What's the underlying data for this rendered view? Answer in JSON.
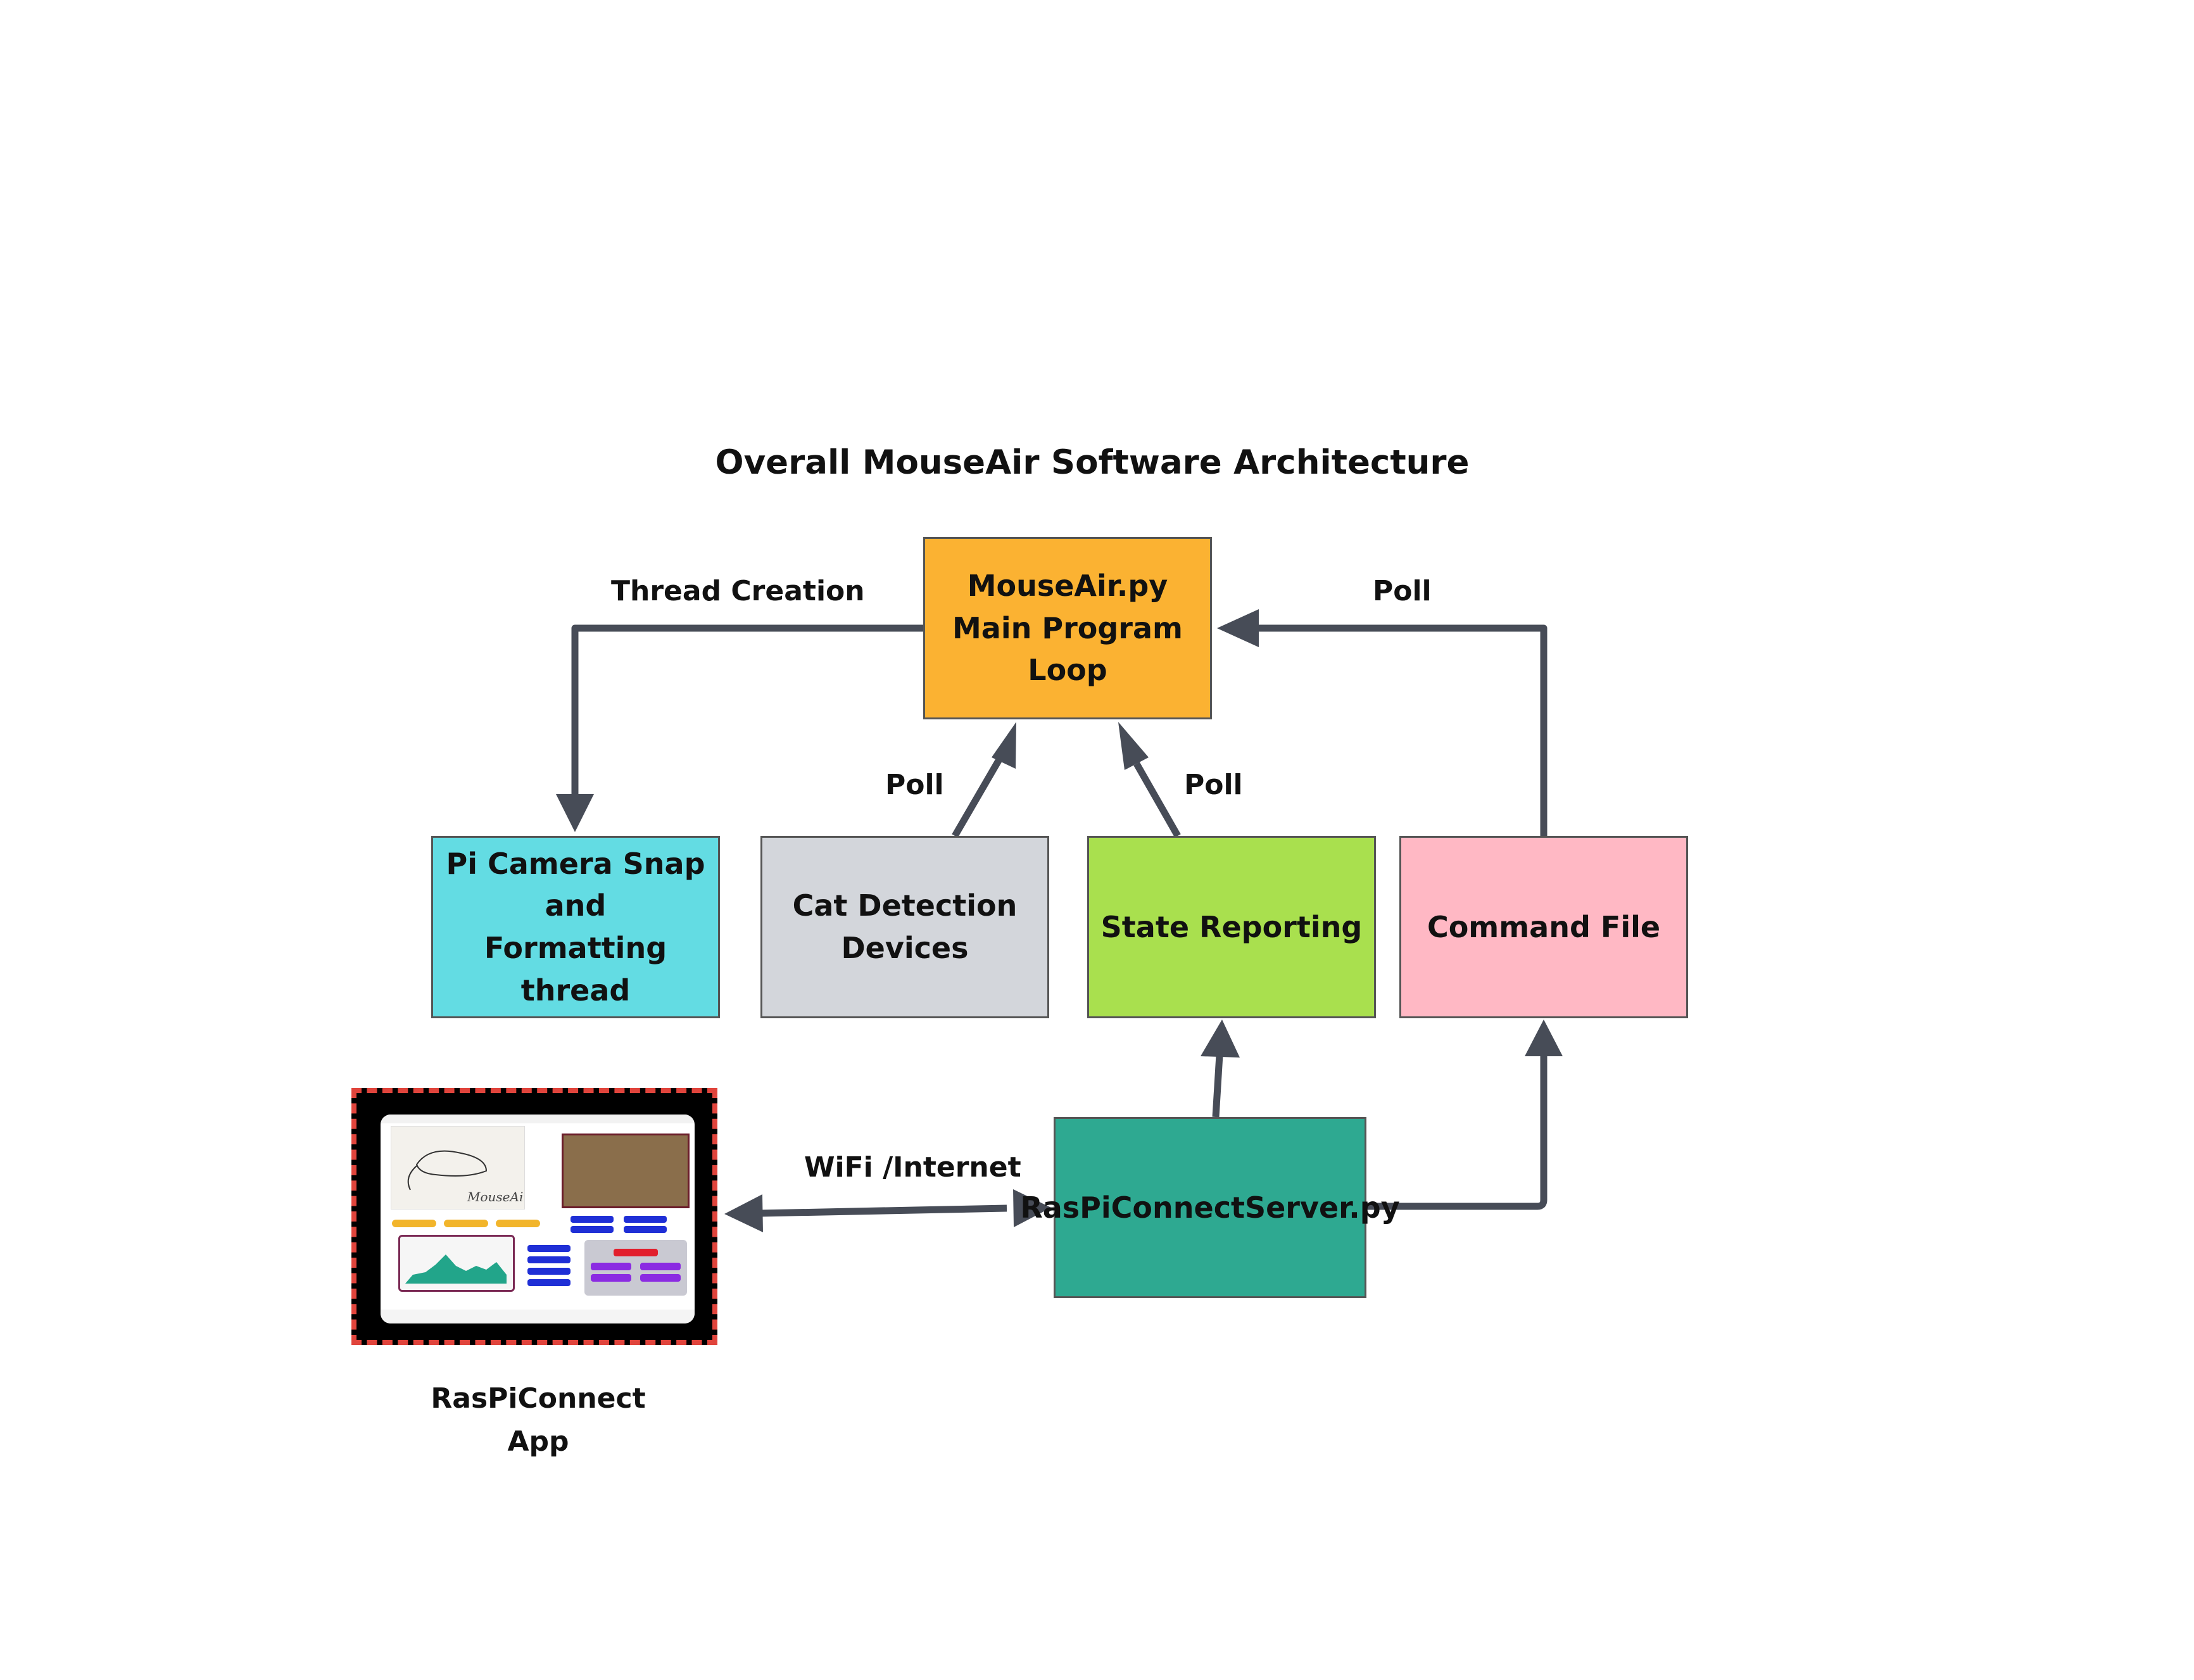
{
  "title": "Overall MouseAir Software Architecture",
  "boxes": {
    "main": {
      "label": "MouseAir.py\nMain Program Loop",
      "color": "#fbb232"
    },
    "camera": {
      "label": "Pi Camera Snap and\nFormatting thread",
      "color": "#63dce3"
    },
    "cat": {
      "label": "Cat Detection\nDevices",
      "color": "#d3d6db"
    },
    "state": {
      "label": "State Reporting",
      "color": "#a9e04e"
    },
    "command": {
      "label": "Command File",
      "color": "#ffb8c4"
    },
    "server": {
      "label": "RasPiConnectServer.py",
      "color": "#2ea991"
    }
  },
  "edges": {
    "thread_creation": "Thread Creation",
    "poll_command": "Poll",
    "poll_cat": "Poll",
    "poll_state": "Poll",
    "wifi": "WiFi /Internet"
  },
  "app": {
    "label": "RasPiConnect\nApp",
    "logo_text": "MouseAir"
  },
  "colors": {
    "arrow": "#474c57",
    "box_border": "#555555",
    "app_border": "#e0443c"
  }
}
